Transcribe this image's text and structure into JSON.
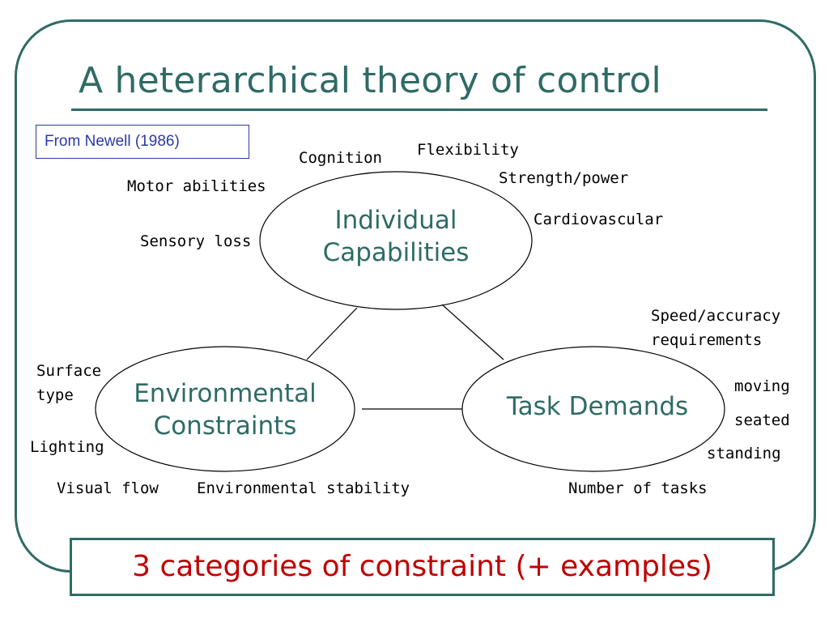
{
  "slide": {
    "title": "A heterarchical theory of control",
    "source": "From Newell (1986)",
    "summary": "3 categories of constraint (+ examples)"
  },
  "diagram": {
    "nodes": {
      "individual": {
        "line1": "Individual",
        "line2": "Capabilities"
      },
      "environmental": {
        "line1": "Environmental",
        "line2": "Constraints"
      },
      "task": {
        "line1": "Task Demands"
      }
    },
    "examples": {
      "cognition": "Cognition",
      "flexibility": "Flexibility",
      "strength": "Strength/power",
      "motor": "Motor abilities",
      "cardio": "Cardiovascular",
      "sensory": "Sensory loss",
      "speed_line1": "Speed/accuracy",
      "speed_line2": "requirements",
      "surface_line1": "Surface",
      "surface_line2": "type",
      "lighting": "Lighting",
      "visual_flow": "Visual flow",
      "env_stability": "Environmental stability",
      "moving": "moving",
      "seated": "seated",
      "standing": "standing",
      "num_tasks": "Number of  tasks"
    }
  },
  "colors": {
    "teal": "#2f6b66",
    "source_blue": "#2b3aa5",
    "summary_red": "#c00000"
  }
}
